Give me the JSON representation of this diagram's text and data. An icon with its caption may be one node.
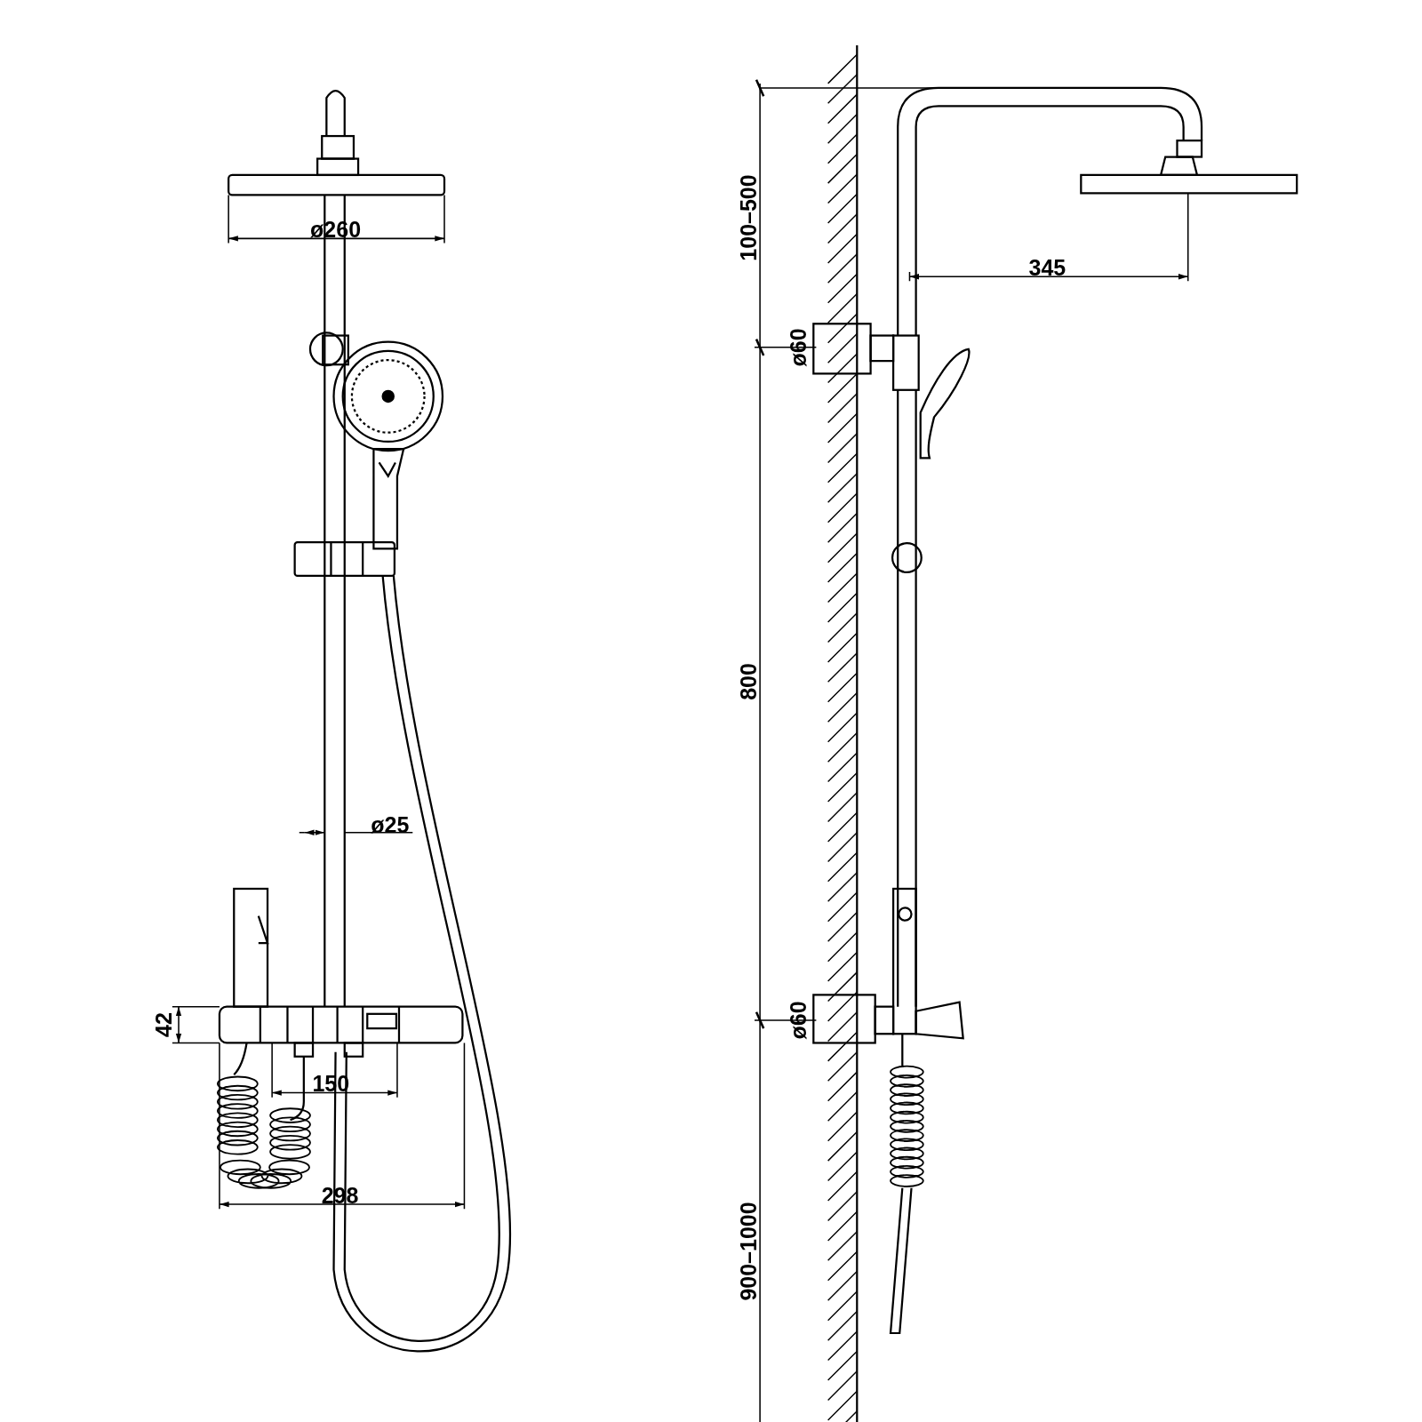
{
  "diagram": {
    "labels": [
      "ø260",
      "100–500",
      "345",
      "ø60",
      "800",
      "ø25",
      "42",
      "ø60",
      "150",
      "298",
      "900–1000"
    ]
  }
}
